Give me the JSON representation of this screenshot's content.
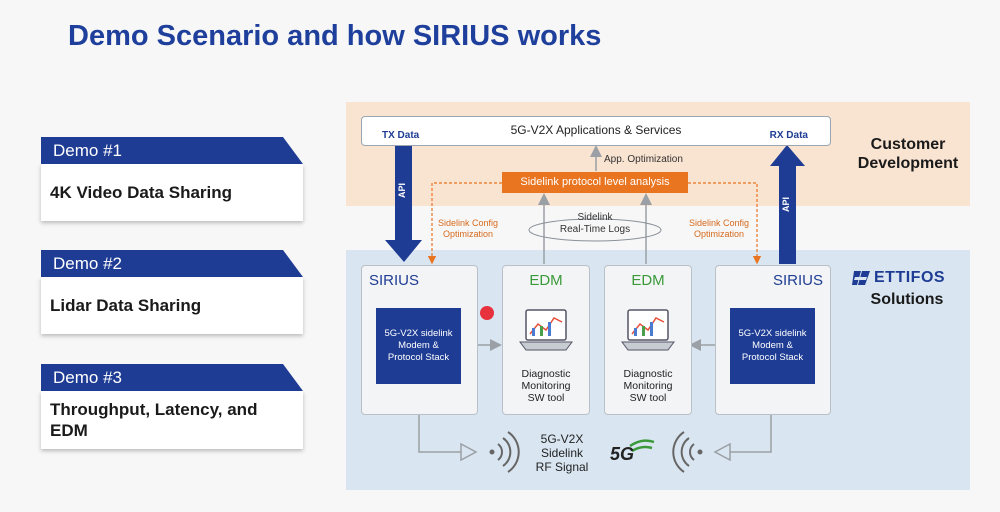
{
  "title": "Demo Scenario and how SIRIUS works",
  "demos": [
    {
      "head": "Demo #1",
      "body": "4K Video Data Sharing"
    },
    {
      "head": "Demo #2",
      "body": "Lidar Data Sharing"
    },
    {
      "head": "Demo #3",
      "body_line1": "Throughput, Latency, and",
      "body_line2": "EDM"
    }
  ],
  "zones": {
    "customer_line1": "Customer",
    "customer_line2": "Development",
    "ettifos_brand": "ETTIFOS",
    "ettifos_label": "Solutions"
  },
  "apps": {
    "title": "5G-V2X Applications & Services",
    "tx": "TX Data",
    "rx": "RX Data"
  },
  "api_label": "API",
  "app_optimization": "App. Optimization",
  "analysis": "Sidelink protocol level analysis",
  "config_line1": "Sidelink Config",
  "config_line2": "Optimization",
  "logs_line1": "Sidelink",
  "logs_line2": "Real-Time Logs",
  "panels": {
    "sirius_left": "SIRIUS",
    "edm1": "EDM",
    "edm2": "EDM",
    "sirius_right": "SIRIUS"
  },
  "stack": {
    "line1": "5G-V2X sidelink",
    "line2": "Modem &",
    "line3": "Protocol Stack"
  },
  "diag": {
    "line1": "Diagnostic",
    "line2": "Monitoring",
    "line3": "SW tool"
  },
  "rf": {
    "line1": "5G-V2X",
    "line2": "Sidelink",
    "line3": "RF Signal",
    "badge": "5G"
  },
  "colors": {
    "navy": "#1e3c94",
    "orange": "#e97521",
    "edm_green": "#3a9a3a",
    "customer_zone": "#f9e3d1",
    "solutions_zone": "#d9e6f1"
  }
}
